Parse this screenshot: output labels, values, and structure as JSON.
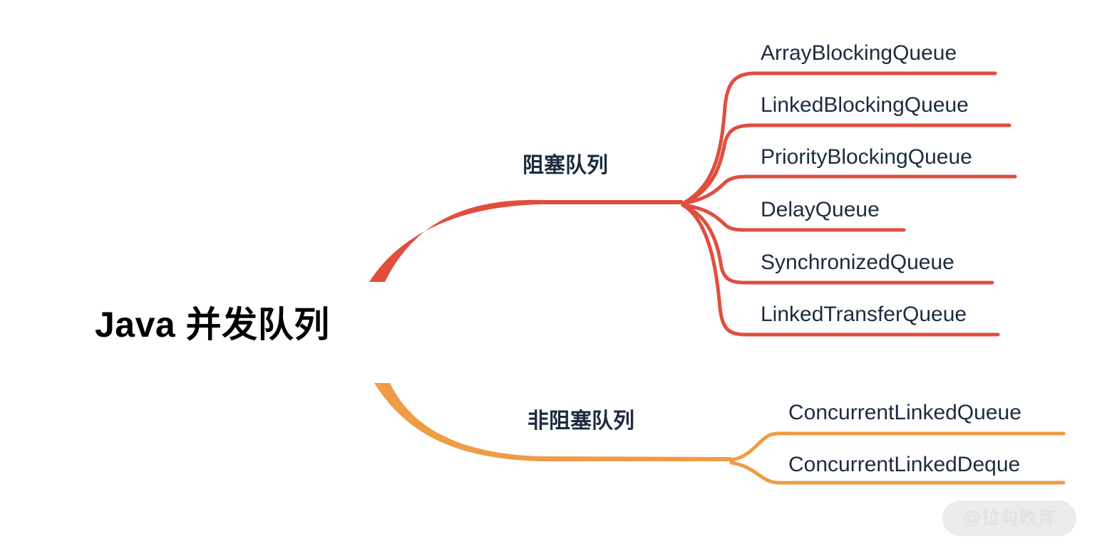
{
  "diagram": {
    "type": "mindmap",
    "root": {
      "label": "Java 并发队列",
      "color": "#000000"
    },
    "branches": [
      {
        "label": "阻塞队列",
        "color": "#e04e3e",
        "children": [
          "ArrayBlockingQueue",
          "LinkedBlockingQueue",
          "PriorityBlockingQueue",
          "DelayQueue",
          "SynchronizedQueue",
          "LinkedTransferQueue"
        ]
      },
      {
        "label": "非阻塞队列",
        "color": "#ee9c45",
        "children": [
          "ConcurrentLinkedQueue",
          "ConcurrentLinkedDeque"
        ]
      }
    ]
  },
  "watermark": {
    "text": "@拉勾教育"
  },
  "colors": {
    "blocking_branch": "#e04e3e",
    "nonblocking_branch": "#ee9c45",
    "text": "#1d2b40",
    "root_text": "#000000",
    "background": "#ffffff",
    "watermark_pill": "#ebecec",
    "watermark_text": "#dfe0e1"
  }
}
